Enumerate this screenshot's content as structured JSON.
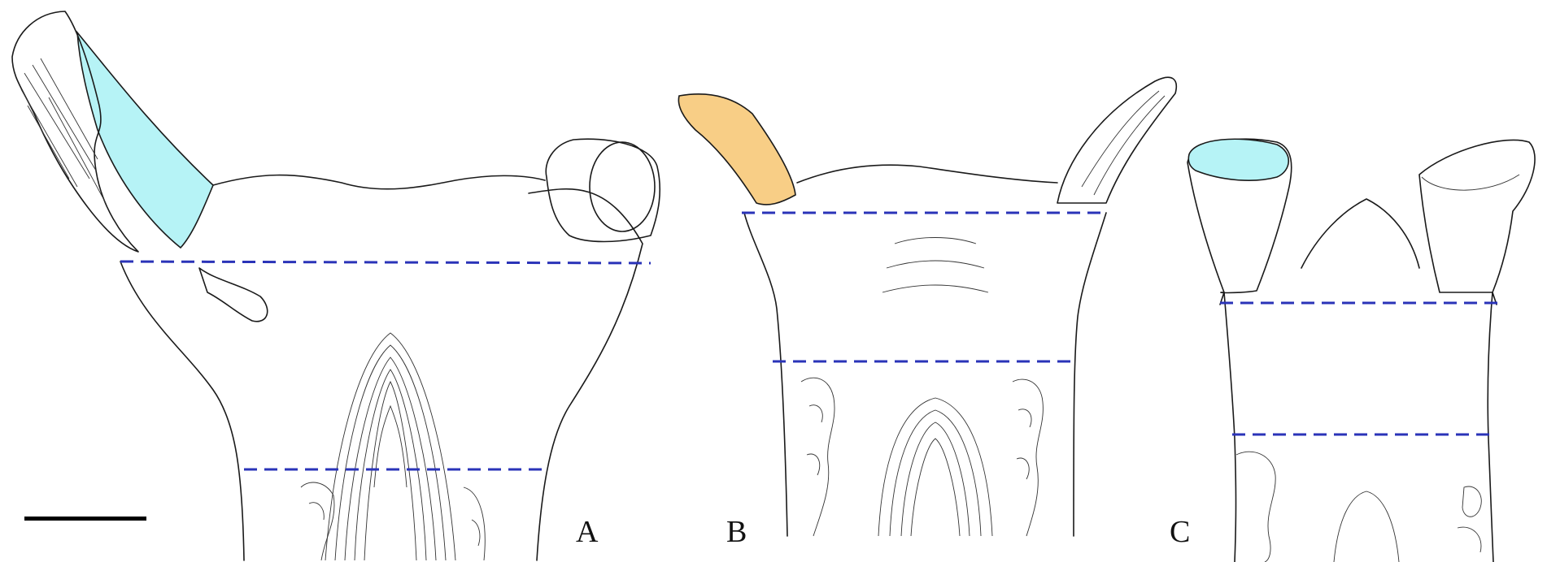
{
  "figure": {
    "panels": [
      {
        "id": "A",
        "label": "A"
      },
      {
        "id": "B",
        "label": "B"
      },
      {
        "id": "C",
        "label": "C"
      }
    ]
  },
  "colors": {
    "cyan_fill": "#b6f3f6",
    "orange_fill": "#f8ce86",
    "dashed_line": "#2a33b8",
    "ink": "#1a1a1a",
    "scale_bar": "#000000"
  }
}
